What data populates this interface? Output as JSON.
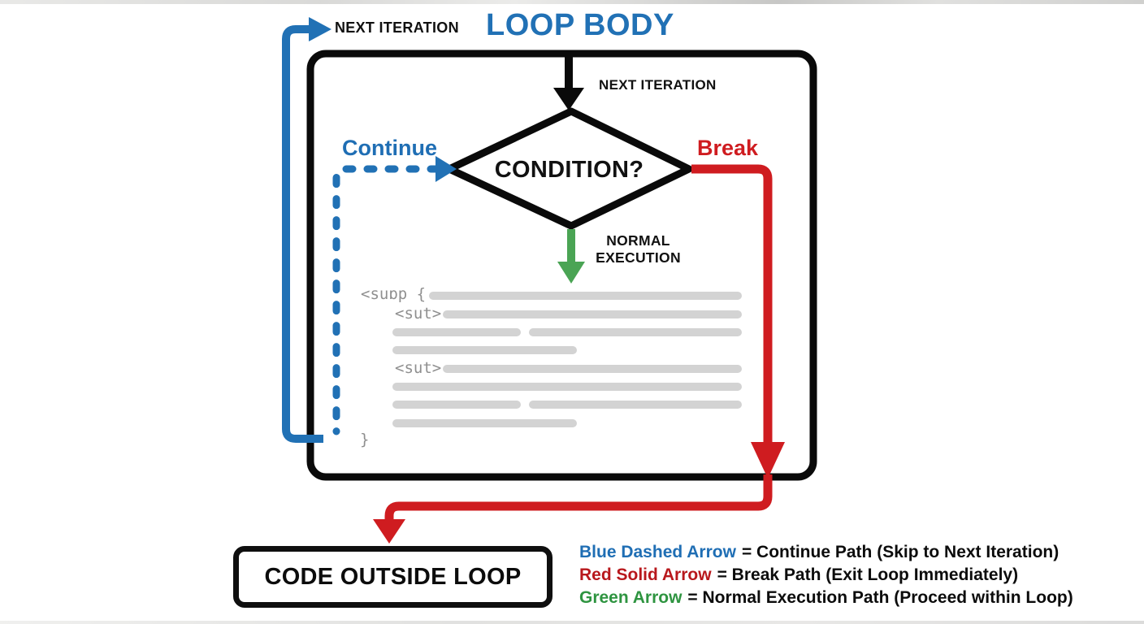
{
  "diagram": {
    "loop_title": "LOOP BODY",
    "next_iteration_top": "NEXT ITERATION",
    "next_iteration_inner": "NEXT ITERATION",
    "condition": "CONDITION?",
    "continue_label": "Continue",
    "break_label": "Break",
    "normal_execution": {
      "line1": "NORMAL",
      "line2": "EXECUTION"
    },
    "code_outside_loop": "CODE OUTSIDE LOOP",
    "code_placeholder": {
      "line_open": "<suɒp {",
      "tag_1": "<sut>",
      "tag_2": "<sut>",
      "line_close": "}"
    }
  },
  "legend": {
    "items": [
      {
        "term": "Blue Dashed Arrow",
        "description": "= Continue Path (Skip to Next Iteration)",
        "color": "#1f6eb4"
      },
      {
        "term": "Red Solid Arrow",
        "description": "= Break Path (Exit Loop Immediately)",
        "color": "#b8181c"
      },
      {
        "term": "Green Arrow",
        "description": "= Normal Execution Path (Proceed within Loop)",
        "color": "#2e9440"
      }
    ]
  },
  "colors": {
    "continue_path": "#2171b5",
    "break_path": "#cf1c20",
    "normal_path": "#4aa454",
    "outline": "#0a0a0a",
    "code_bars": "#d3d3d3"
  }
}
